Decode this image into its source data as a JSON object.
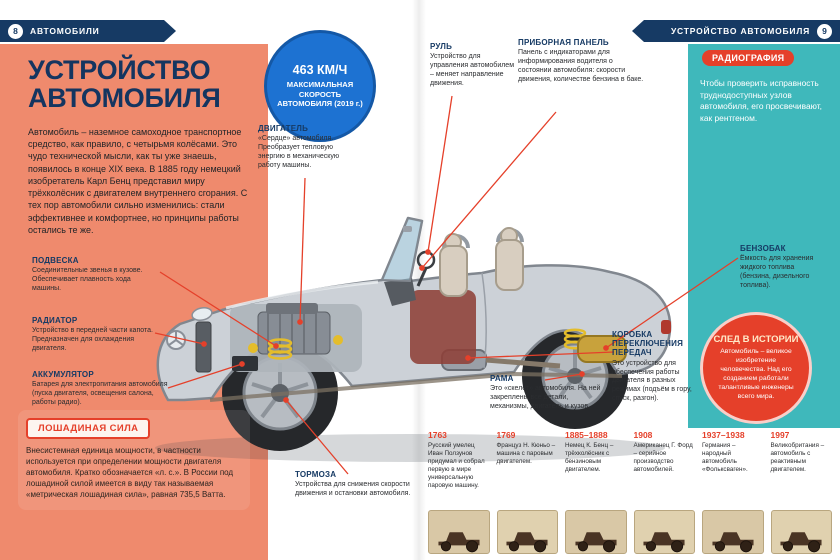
{
  "spread": {
    "left_header": {
      "page": "8",
      "label": "АВТОМОБИЛИ"
    },
    "right_header": {
      "page": "9",
      "label": "УСТРОЙСТВО АВТОМОБИЛЯ"
    }
  },
  "lead": {
    "title": "УСТРОЙСТВО АВТОМОБИЛЯ",
    "body": "Автомобиль – наземное самоходное транспортное средство, как правило, с четырьмя колёсами. Это чудо технической мысли, как ты уже знаешь, появилось в конце XIX века. В 1885 году немецкий изобретатель Карл Бенц представил миру трёхколёсник с двигателем внутреннего сгорания. С тех пор автомобили сильно изменились: стали эффективнее и комфортнее, но принципы работы остались те же."
  },
  "speed_badge": {
    "value": "463 КМ/Ч",
    "caption": "МАКСИМАЛЬНАЯ СКОРОСТЬ АВТОМОБИЛЯ (2019 г.)"
  },
  "callouts": [
    {
      "title": "ДВИГАТЕЛЬ",
      "text": "«Сердце» автомобиля. Преобразует тепловую энергию в механическую работу машины."
    },
    {
      "title": "РУЛЬ",
      "text": "Устройство для управления автомобилем – меняет направление движения."
    },
    {
      "title": "ПРИБОРНАЯ ПАНЕЛЬ",
      "text": "Панель с индикаторами для информирования водителя о состоянии автомобиля: скорости движения, количестве бензина в баке."
    },
    {
      "title": "ПОДВЕСКА",
      "text": "Соединительные звенья в кузове. Обеспечивает плавность хода машины."
    },
    {
      "title": "РАДИАТОР",
      "text": "Устройство в передней части капота. Предназначен для охлаждения двигателя."
    },
    {
      "title": "АККУМУЛЯТОР",
      "text": "Батарея для электропитания автомобиля (пуска двигателя, освещения салона, работы радио)."
    },
    {
      "title": "БЕНЗОБАК",
      "text": "Ёмкость для хранения жидкого топлива (бензина, дизельного топлива)."
    },
    {
      "title": "КОРОБКА ПЕРЕКЛЮЧЕНИЯ ПЕРЕДАЧ",
      "text": "Это устройство для обеспечения работы двигателя в разных режимах (подъём в гору, спуск, разгон)."
    },
    {
      "title": "РАМА",
      "text": "Это «скелет» автомобиля. На ней закреплены все детали, механизмы, двигатель и кузов."
    },
    {
      "title": "ТОРМОЗА",
      "text": "Устройства для снижения скорости движения и остановки автомобиля."
    }
  ],
  "horsepower": {
    "title": "ЛОШАДИНАЯ СИЛА",
    "body": "Внесистемная единица мощности, в частности используется при определении мощности двигателя автомобиля. Кратко обозначается «л. с.». В России под лошадиной силой имеется в виду так называемая «метрическая лошадиная сила», равная 735,5 Ватта."
  },
  "radiography": {
    "title": "РАДИОГРАФИЯ",
    "body": "Чтобы проверить исправность труднодоступных узлов автомобиля, его просвечивают, как рентгеном."
  },
  "history": {
    "title": "СЛЕД В ИСТОРИИ",
    "body": "Автомобиль – великое изобретение человечества. Над его созданием работали талантливые инженеры всего мира."
  },
  "timeline": [
    {
      "year": "1763",
      "text": "Русский умелец Иван Ползунов придумал и собрал первую в мире универсальную паровую машину."
    },
    {
      "year": "1769",
      "text": "Француз Н. Кюньо – машина с паровым двигателем."
    },
    {
      "year": "1885–1888",
      "text": "Немец К. Бенц – трёхколёсник с бензиновым двигателем."
    },
    {
      "year": "1908",
      "text": "Американец Г. Форд – серийное производство автомобилей."
    },
    {
      "year": "1937–1938",
      "text": "Германия – народный автомобиль «Фольксваген»."
    },
    {
      "year": "1997",
      "text": "Великобритания – автомобиль с реактивным двигателем."
    }
  ],
  "accent_colors": {
    "navy": "#163a64",
    "teal": "#3fb8bb",
    "salmon": "#ef8a6d",
    "red": "#e5402a",
    "blue": "#1d72d2"
  }
}
